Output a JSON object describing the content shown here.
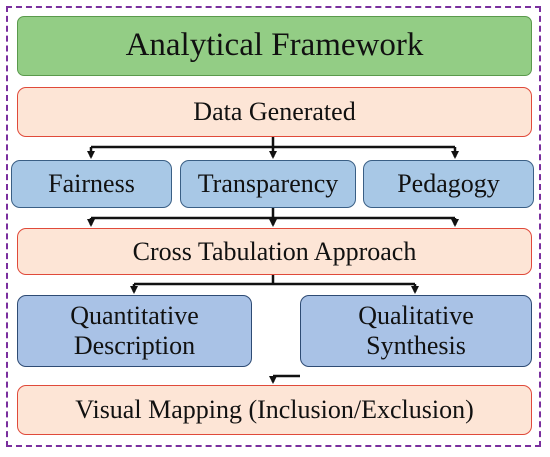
{
  "title": "Analytical Framework",
  "step1": "Data Generated",
  "pillars": [
    "Fairness",
    "Transparency",
    "Pedagogy"
  ],
  "step2": "Cross Tabulation Approach",
  "methods": {
    "quantitative": [
      "Quantitative",
      "Description"
    ],
    "qualitative": [
      "Qualitative",
      "Synthesis"
    ]
  },
  "step3": "Visual Mapping (Inclusion/Exclusion)",
  "colors": {
    "frame": "#7a2f9e",
    "title_fill": "#93cd85",
    "step_fill": "#fde5d6",
    "step_border": "#e04a3a",
    "pillar_fill": "#a8c8e6",
    "method_fill": "#a9c2e6"
  }
}
